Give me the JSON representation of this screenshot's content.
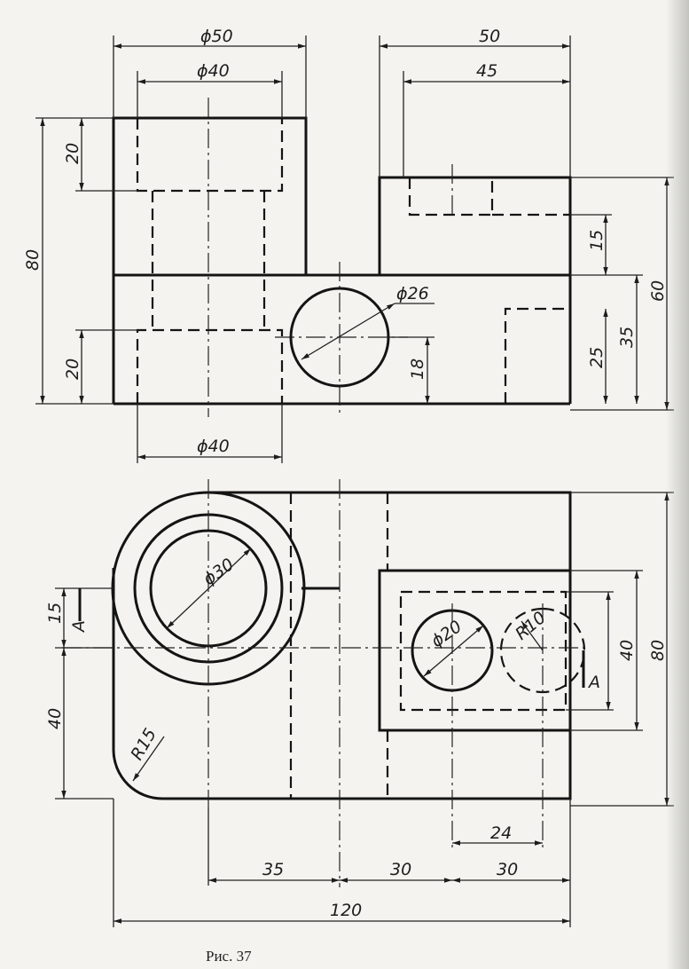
{
  "figure": {
    "caption": "Рис. 37",
    "front_view": {
      "dims": {
        "d_top_outer": "ϕ50",
        "d_top_inner": "ϕ40",
        "d_bottom": "ϕ40",
        "d_hole": "ϕ26",
        "w_right_total": "50",
        "w_right_step": "45",
        "h_total": "80",
        "h_top_bore": "20",
        "h_bottom_bore": "20",
        "h_hole_center": "18",
        "h_slot": "15",
        "h_pocket": "25",
        "h_base": "35",
        "h_right": "60"
      }
    },
    "top_view": {
      "dims": {
        "d_boss": "ϕ30",
        "d_hole": "ϕ20",
        "radius_small": "R10",
        "radius_corner": "R15",
        "off_15": "15",
        "off_40": "40",
        "pocket_40": "40",
        "depth_80": "80",
        "x_24": "24",
        "x_35": "35",
        "x_30a": "30",
        "x_30b": "30",
        "length_120": "120"
      },
      "section_label": "A"
    }
  }
}
